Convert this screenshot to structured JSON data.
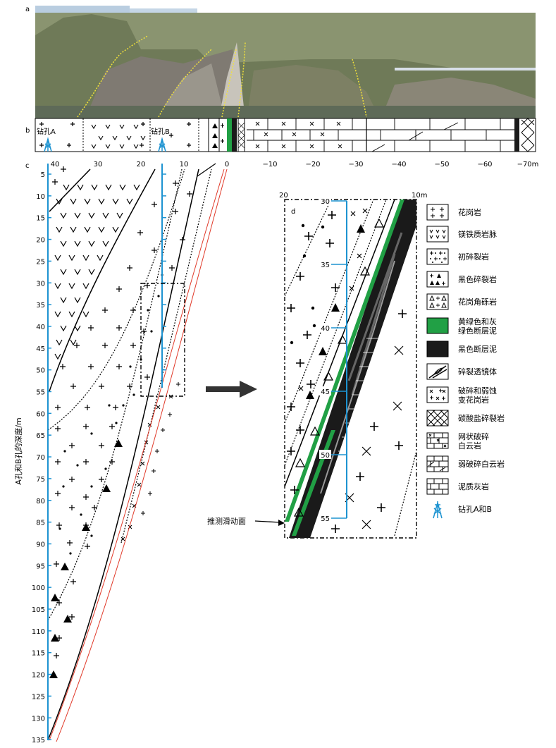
{
  "panels": {
    "a": "a",
    "b": "b",
    "c": "c",
    "d": "d"
  },
  "boreholes": {
    "a_label": "钻孔A",
    "b_label": "钻孔B"
  },
  "distance_axis": {
    "ticks": [
      {
        "v": 40,
        "label": "40"
      },
      {
        "v": 30,
        "label": "30"
      },
      {
        "v": 20,
        "label": "20"
      },
      {
        "v": 10,
        "label": "10"
      },
      {
        "v": 0,
        "label": "0"
      },
      {
        "v": -10,
        "label": "−10"
      },
      {
        "v": -20,
        "label": "−20"
      },
      {
        "v": -30,
        "label": "−30"
      },
      {
        "v": -40,
        "label": "−40"
      },
      {
        "v": -50,
        "label": "−50"
      },
      {
        "v": -60,
        "label": "−60"
      },
      {
        "v": -70,
        "label": "−70m"
      }
    ]
  },
  "depth_axis": {
    "label": "A孔和B孔的深度/m",
    "ticks": [
      "5",
      "10",
      "15",
      "20",
      "25",
      "30",
      "35",
      "40",
      "45",
      "50",
      "55",
      "60",
      "65",
      "70",
      "75",
      "80",
      "85",
      "90",
      "95",
      "100",
      "105",
      "110",
      "115",
      "120",
      "125",
      "130",
      "135"
    ]
  },
  "inset": {
    "x_left": "20",
    "x_right": "10m",
    "depth_ticks": [
      "30",
      "35",
      "40",
      "45",
      "50",
      "55"
    ],
    "slip_label": "推测滑动面"
  },
  "legend": [
    {
      "key": "granite",
      "label": [
        "花岗岩"
      ]
    },
    {
      "key": "mafic",
      "label": [
        "镁铁质岩脉"
      ]
    },
    {
      "key": "incipient",
      "label": [
        "初碎裂岩"
      ]
    },
    {
      "key": "black_cataclasite",
      "label": [
        "黑色碎裂岩"
      ]
    },
    {
      "key": "granite_breccia",
      "label": [
        "花岗角砾岩"
      ]
    },
    {
      "key": "green_gouge",
      "label": [
        "黄绿色和灰",
        "绿色断层泥"
      ],
      "color": "#21a045"
    },
    {
      "key": "black_gouge",
      "label": [
        "黑色断层泥"
      ],
      "color": "#1a1a1a"
    },
    {
      "key": "lens",
      "label": [
        "碎裂透镜体"
      ]
    },
    {
      "key": "altered_granite",
      "label": [
        "破碎和弱蚀",
        "变花岗岩"
      ]
    },
    {
      "key": "carbonate",
      "label": [
        "碳酸盐碎裂岩"
      ]
    },
    {
      "key": "dolomite_net",
      "label": [
        "网状破碎",
        "白云岩"
      ]
    },
    {
      "key": "dolomite_weak",
      "label": [
        "弱破碎白云岩"
      ]
    },
    {
      "key": "marl",
      "label": [
        "泥质灰岩"
      ]
    },
    {
      "key": "drill",
      "label": [
        "钻孔A和B"
      ]
    }
  ],
  "colors": {
    "borehole": "#1d93d1",
    "fault_red": "#e03a2a",
    "green": "#21a045",
    "black": "#1a1a1a"
  }
}
